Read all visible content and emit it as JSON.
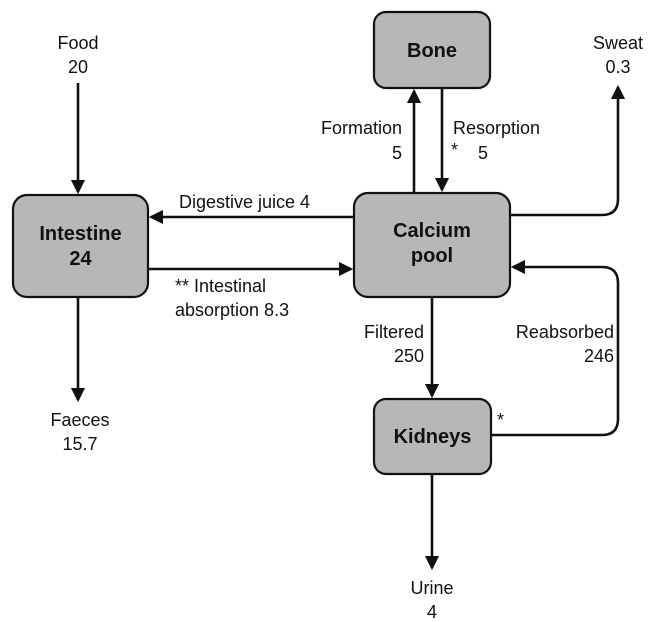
{
  "nodes": {
    "bone": {
      "label": "Bone"
    },
    "intestine": {
      "line1": "Intestine",
      "line2": "24"
    },
    "calcium_pool": {
      "line1": "Calcium",
      "line2": "pool"
    },
    "kidneys": {
      "label": "Kidneys"
    }
  },
  "terminals": {
    "food": {
      "label": "Food",
      "value": "20"
    },
    "sweat": {
      "label": "Sweat",
      "value": "0.3"
    },
    "faeces": {
      "label": "Faeces",
      "value": "15.7"
    },
    "urine": {
      "label": "Urine",
      "value": "4"
    }
  },
  "flows": {
    "formation": {
      "label": "Formation",
      "value": "5"
    },
    "resorption": {
      "label": "Resorption",
      "value": "5",
      "marker": "*"
    },
    "digestive_juice": {
      "label": "Digestive juice 4"
    },
    "intestinal_absorption": {
      "line1": "** Intestinal",
      "line2": "absorption 8.3"
    },
    "filtered": {
      "label": "Filtered",
      "value": "250"
    },
    "reabsorbed": {
      "label": "Reabsorbed",
      "value": "246"
    },
    "kidney_marker": {
      "label": "*"
    }
  },
  "colors": {
    "box_fill": "#b7b7b7",
    "line": "#111111",
    "background": "#ffffff"
  }
}
